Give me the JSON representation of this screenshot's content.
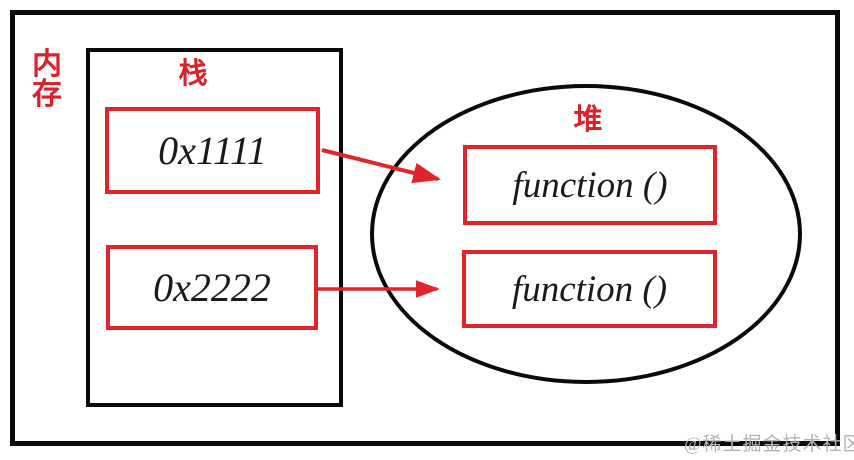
{
  "diagram": {
    "memory_label": "内\n存",
    "stack": {
      "label": "栈",
      "boxes": [
        {
          "value": "0x1111"
        },
        {
          "value": "0x2222"
        }
      ]
    },
    "heap": {
      "label": "堆",
      "boxes": [
        {
          "value": "function ()"
        },
        {
          "value": "function ()"
        }
      ]
    },
    "arrows": [
      {
        "from": "0x1111",
        "to": "function ()"
      },
      {
        "from": "0x2222",
        "to": "function ()"
      }
    ],
    "watermark": "@稀土掘金技术社区",
    "colors": {
      "accent_red": "#e0242b",
      "line_black": "#0a0a0a",
      "watermark_gray": "#b3b3b3",
      "background": "#ffffff"
    }
  }
}
